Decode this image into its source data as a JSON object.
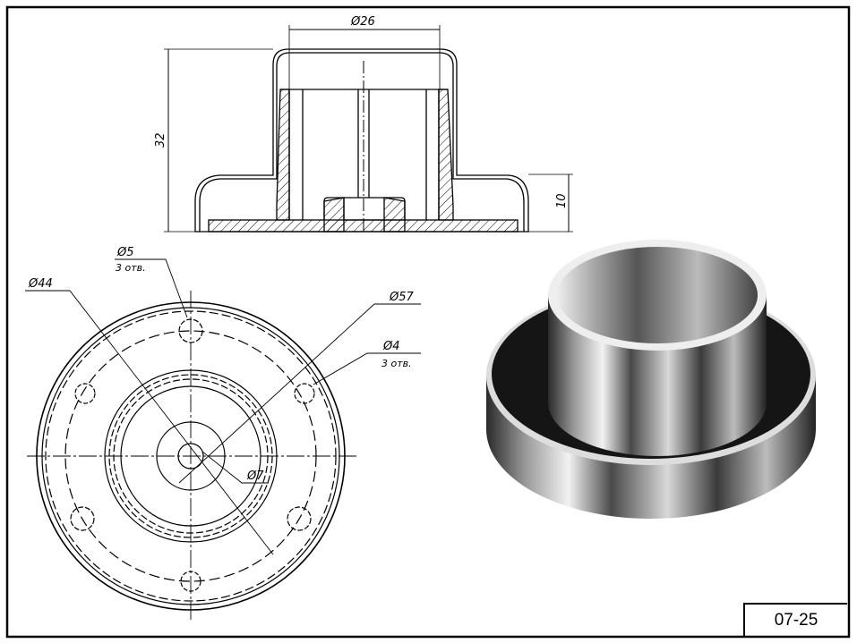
{
  "drawing": {
    "code": "07-25",
    "section_view": {
      "dim_diameter_top": "Ø26",
      "dim_height_total": "32",
      "dim_height_flange": "10"
    },
    "plan_view": {
      "dim_outer": "Ø57",
      "dim_bolt_circle": "Ø44",
      "dim_hole_large": "Ø5",
      "dim_hole_large_note": "3 отв.",
      "dim_hole_small": "Ø4",
      "dim_hole_small_note": "3 отв.",
      "dim_center_hole": "Ø7"
    },
    "colors": {
      "line": "#000000",
      "metal_dark": "#1a1a1a",
      "metal_light": "#e8e8e8"
    }
  }
}
